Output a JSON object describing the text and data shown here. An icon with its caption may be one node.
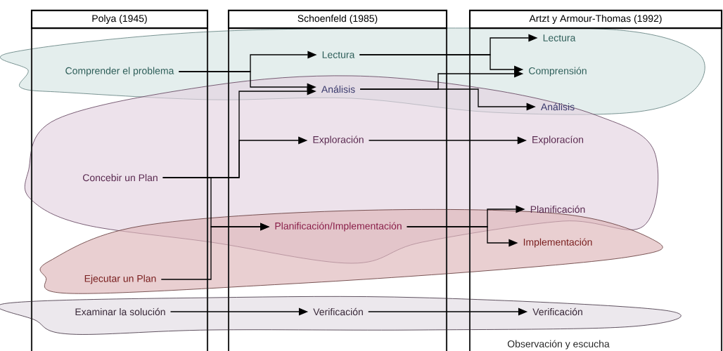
{
  "diagram": {
    "nodes": [
      {
        "text": [
          "Polya (1945)"
        ]
      },
      {
        "text": [
          "Schoenfeld (1985)"
        ]
      },
      {
        "text": [
          "Artzt y Armour-Thomas (1992)"
        ]
      },
      {
        "text": [
          "Comprender el problema"
        ]
      },
      {
        "text": [
          "Lectura"
        ]
      },
      {
        "text": [
          "Lectura"
        ]
      },
      {
        "text": [
          "Comprensión"
        ]
      },
      {
        "text": [
          "Análisis"
        ]
      },
      {
        "text": [
          "Análisis"
        ]
      },
      {
        "text": [
          "Exploración"
        ]
      },
      {
        "text": [
          "Exploracíon"
        ]
      },
      {
        "text": [
          "Concebir un Plan"
        ]
      },
      {
        "text": [
          "Planificación"
        ]
      },
      {
        "text": [
          "Planificación/Implementación"
        ]
      },
      {
        "text": [
          "Implementación"
        ]
      },
      {
        "text": [
          "Ejecutar un Plan"
        ]
      },
      {
        "text": [
          "Examinar la solución"
        ]
      },
      {
        "text": [
          "Verificación"
        ]
      },
      {
        "text": [
          "Verificación"
        ]
      }
    ],
    "edges": [
      {
        "from": 3,
        "to": 4,
        "arrow": "to"
      },
      {
        "from": 3,
        "to": 7,
        "arrow": "to"
      },
      {
        "from": 11,
        "to": 7,
        "arrow": "to"
      },
      {
        "from": 11,
        "to": 9,
        "arrow": "to"
      },
      {
        "from": 11,
        "to": 13,
        "arrow": "to"
      },
      {
        "from": 15,
        "to": 13,
        "arrow": "to"
      },
      {
        "from": 4,
        "to": 5,
        "arrow": "to"
      },
      {
        "from": 4,
        "to": 6,
        "arrow": "to"
      },
      {
        "from": 7,
        "to": 6,
        "arrow": "to"
      },
      {
        "from": 7,
        "to": 8,
        "arrow": "to"
      },
      {
        "from": 9,
        "to": 10,
        "arrow": "to"
      },
      {
        "from": 13,
        "to": 12,
        "arrow": "to"
      },
      {
        "from": 13,
        "to": 14,
        "arrow": "to"
      },
      {
        "from": 16,
        "to": 17,
        "arrow": "to"
      },
      {
        "from": 17,
        "to": 18,
        "arrow": "to"
      }
    ],
    "labels": [
      "Observación y escucha"
    ]
  }
}
